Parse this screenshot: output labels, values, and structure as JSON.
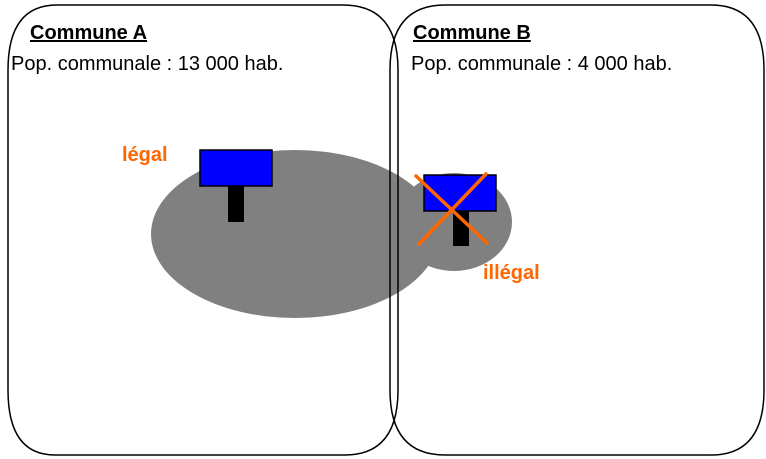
{
  "communes": [
    {
      "title": "Commune A",
      "population": "Pop. communale : 13 000 hab."
    },
    {
      "title": "Commune B",
      "population": "Pop. communale : 4 000 hab."
    }
  ],
  "signs": [
    {
      "status_label": "légal",
      "allowed": true
    },
    {
      "status_label": "illégal",
      "allowed": false
    }
  ],
  "colors": {
    "commune_border": "#000000",
    "agglomeration": "#808080",
    "sign_panel": "#0000ff",
    "sign_post": "#000000",
    "status_text": "#ff6600",
    "cross": "#ff6600"
  }
}
